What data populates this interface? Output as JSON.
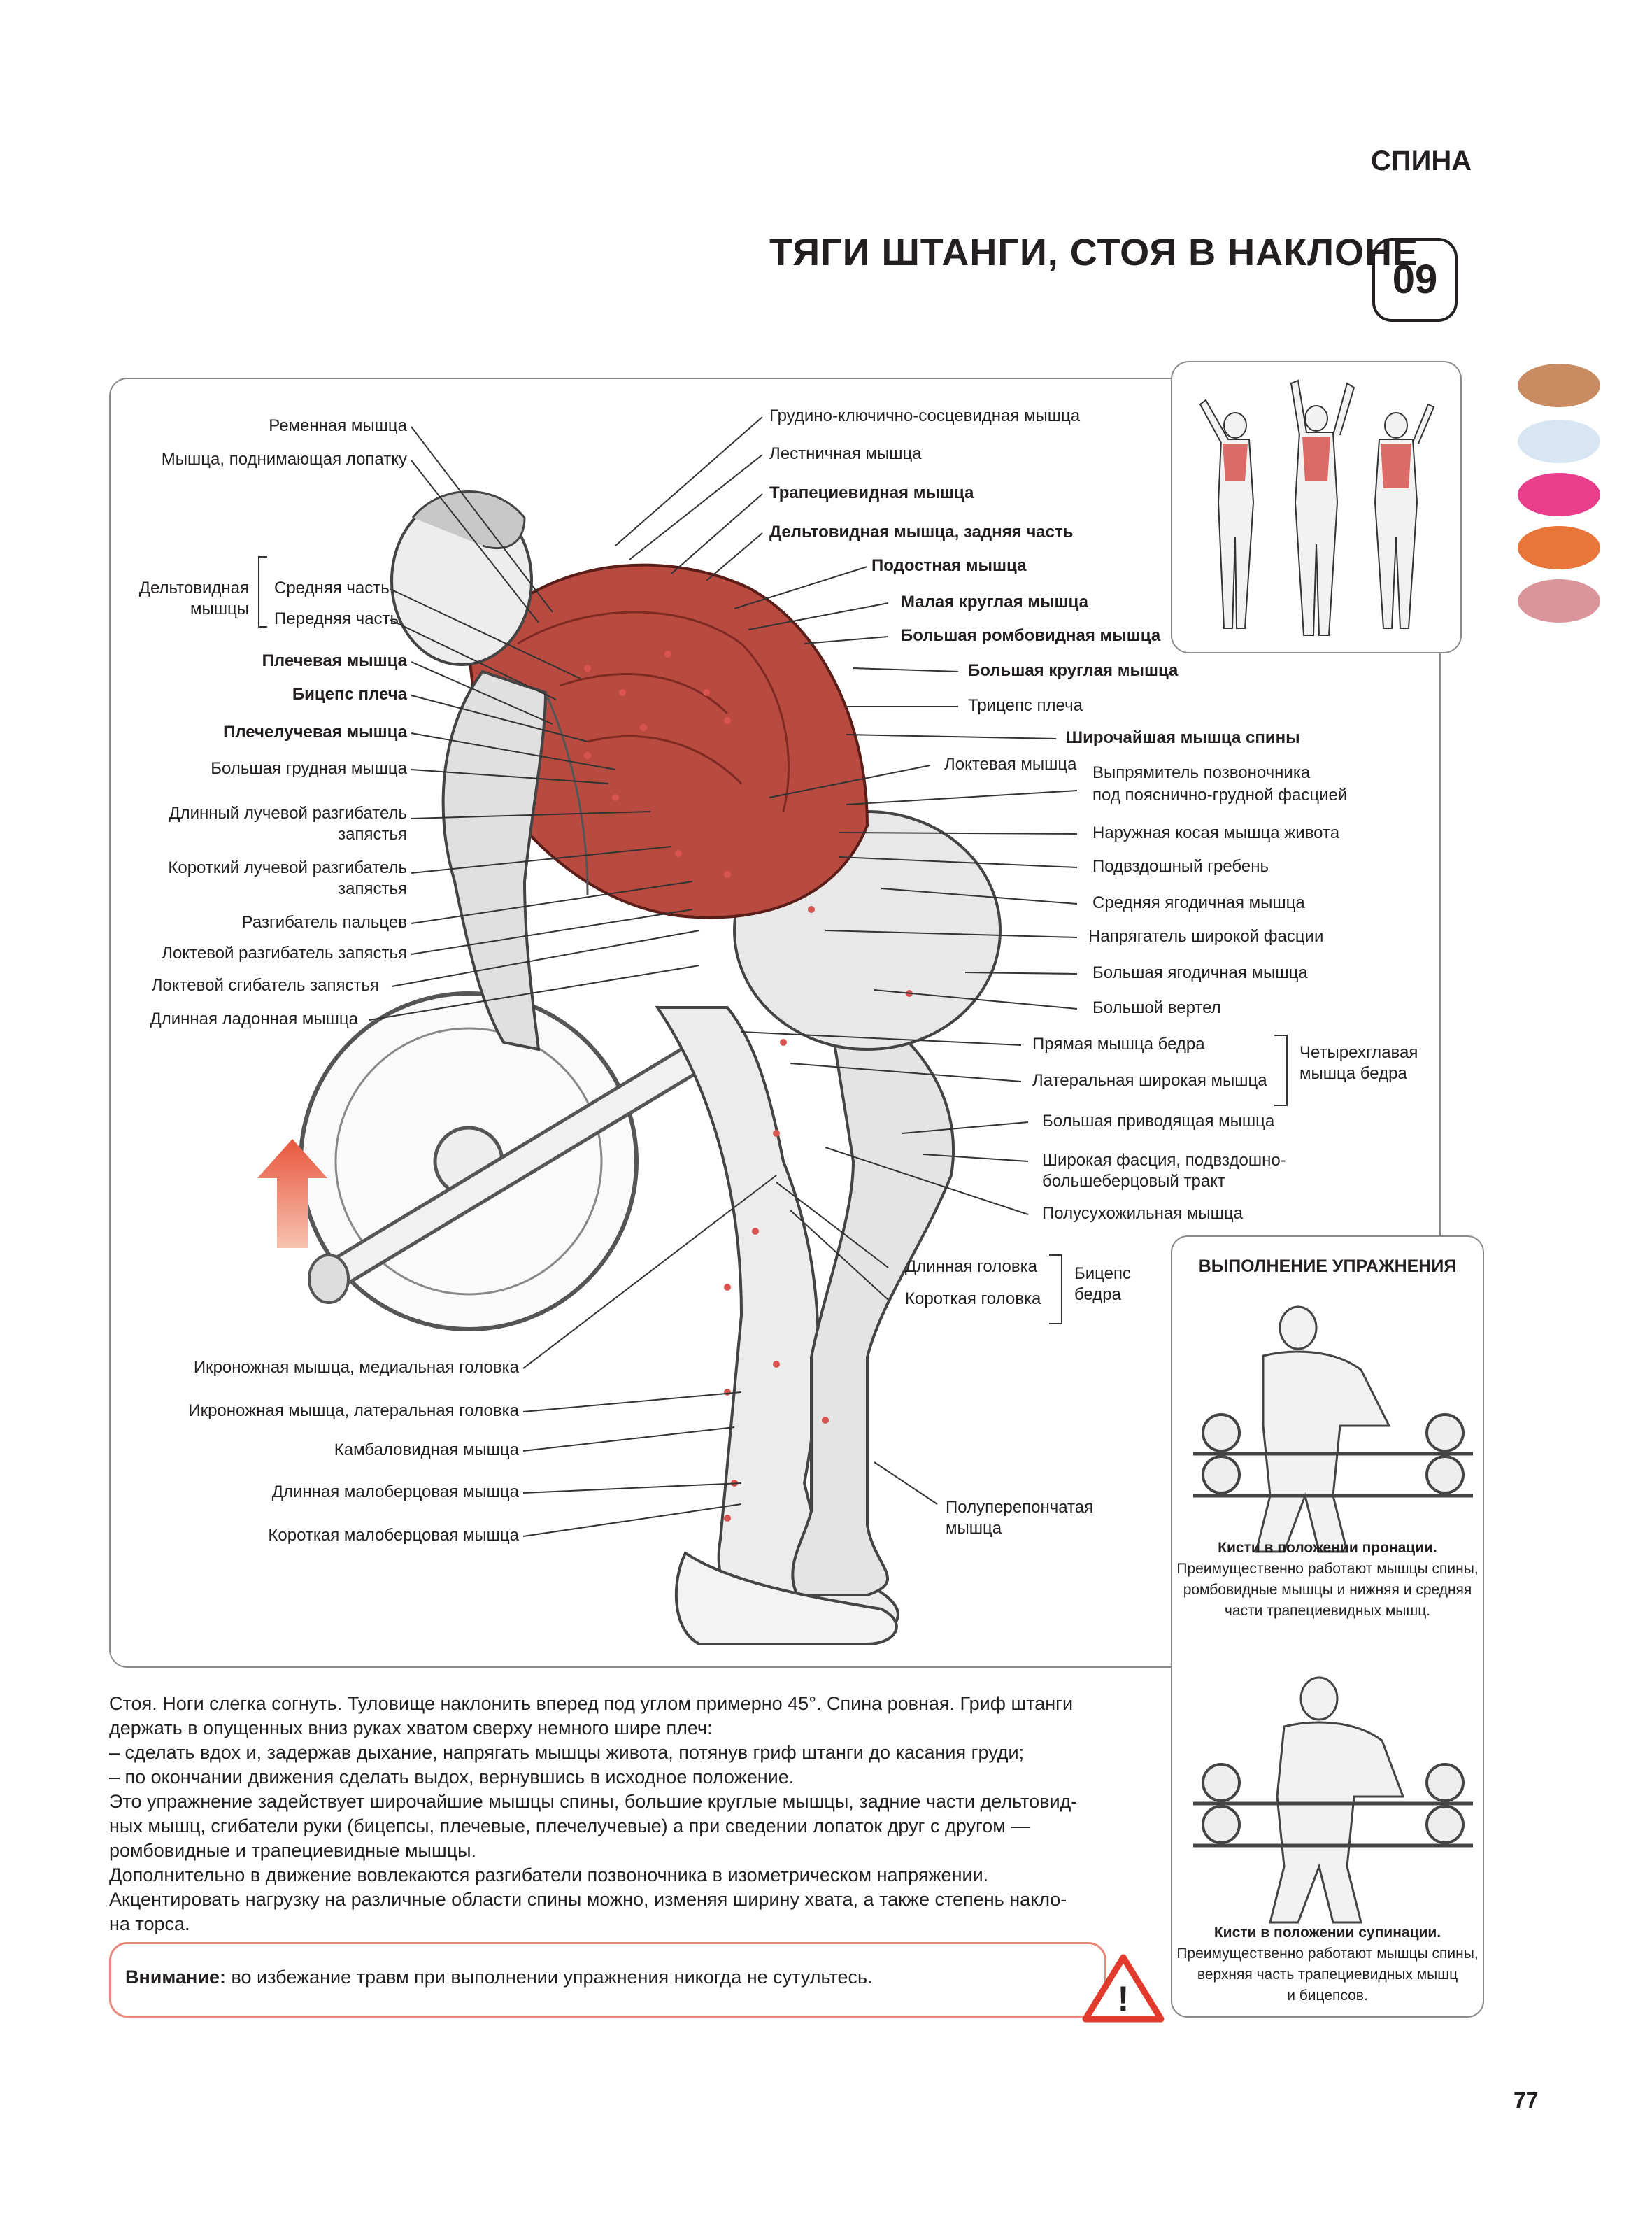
{
  "header": {
    "section": "СПИНА",
    "title": "ТЯГИ ШТАНГИ, СТОЯ В НАКЛОНЕ",
    "number": "09"
  },
  "colors": {
    "accent_red": "#d9534f",
    "swatches": [
      "#c98b62",
      "#d7e6f2",
      "#e83e8c",
      "#e8763a",
      "#d9959a"
    ]
  },
  "left_labels": {
    "splenius": "Ременная мышца",
    "levator": "Мышца, поднимающая лопатку",
    "deltoid_group": "Дельтовидная",
    "deltoid_group2": "мышцы",
    "deltoid_middle": "Средняя часть",
    "deltoid_front": "Передняя часть",
    "brachialis": "Плечевая мышца",
    "biceps": "Бицепс плеча",
    "brachioradialis": "Плечелучевая мышца",
    "pectoralis": "Большая грудная мышца",
    "ecrl_1": "Длинный лучевой разгибатель",
    "ecrl_2": "запястья",
    "ecrb_1": "Короткий лучевой разгибатель",
    "ecrb_2": "запястья",
    "ext_digitorum": "Разгибатель пальцев",
    "ecu": "Локтевой разгибатель запястья",
    "fcu": "Локтевой сгибатель запястья",
    "palmaris": "Длинная ладонная мышца",
    "gastro_med": "Икроножная мышца, медиальная головка",
    "gastro_lat": "Икроножная мышца, латеральная головка",
    "soleus": "Камбаловидная мышца",
    "peroneus_long": "Длинная малоберцовая мышца",
    "peroneus_short": "Короткая малоберцовая мышца"
  },
  "right_labels": {
    "scm": "Грудино-ключично-сосцевидная мышца",
    "scalene": "Лестничная мышца",
    "trapezius": "Трапециевидная мышца",
    "rear_delt": "Дельтовидная мышца, задняя часть",
    "infraspinatus": "Подостная мышца",
    "teres_minor": "Малая круглая мышца",
    "rhomboid": "Большая ромбовидная мышца",
    "teres_major": "Большая круглая мышца",
    "triceps": "Трицепс плеча",
    "lats": "Широчайшая мышца спины",
    "anconeus": "Локтевая мышца",
    "erector_1": "Выпрямитель позвоночника",
    "erector_2": "под пояснично-грудной фасцией",
    "ext_oblique": "Наружная косая мышца живота",
    "iliac_crest": "Подвздошный гребень",
    "glute_med": "Средняя ягодичная мышца",
    "tfl": "Напрягатель широкой фасции",
    "glute_max": "Большая ягодичная мышца",
    "trochanter": "Большой вертел",
    "rectus_fem": "Прямая мышца бедра",
    "vastus_lat": "Латеральная широкая мышца",
    "quad_1": "Четырехглавая",
    "quad_2": "мышца бедра",
    "adductor": "Большая приводящая мышца",
    "it_1": "Широкая фасция, подвздошно-",
    "it_2": "большеберцовый тракт",
    "semitend": "Полусухожильная мышца",
    "long_head": "Длинная головка",
    "short_head": "Короткая головка",
    "biceps_fem_1": "Бицепс",
    "biceps_fem_2": "бедра",
    "semimem_1": "Полуперепончатая",
    "semimem_2": "мышца"
  },
  "execution": {
    "title": "ВЫПОЛНЕНИЕ УПРАЖНЕНИЯ",
    "pronation_title": "Кисти в положении пронации.",
    "pronation_1": "Преимущественно работают мышцы спины,",
    "pronation_2": "ромбовидные мышцы и нижняя и средняя",
    "pronation_3": "части трапециевидных мышц.",
    "supination_title": "Кисти в положении супинации.",
    "supination_1": "Преимущественно работают мышцы спины,",
    "supination_2": "верхняя часть трапециевидных мышц",
    "supination_3": "и бицепсов."
  },
  "body": {
    "l1": "Стоя. Ноги слегка согнуть. Туловище наклонить вперед под углом примерно 45°. Спина ровная. Гриф штанги",
    "l2": "держать в опущенных вниз руках хватом сверху немного шире плеч:",
    "l3": "– сделать вдох и, задержав дыхание, напрягать мышцы живота, потянув гриф штанги до касания груди;",
    "l4": "– по окончании движения сделать выдох, вернувшись в исходное положение.",
    "l5": "Это упражнение задействует широчайшие мышцы спины, большие круглые мышцы, задние части дельтовид-",
    "l6": "ных мышц, сгибатели руки (бицепсы, плечевые, плечелучевые) а при сведении лопаток друг с другом —",
    "l7": "ромбовидные и трапециевидные мышцы.",
    "l8": "Дополнительно в движение вовлекаются разгибатели позвоночника в изометрическом напряжении.",
    "l9": "Акцентировать нагрузку на различные области спины можно, изменяя ширину хвата, а также степень накло-",
    "l10": "на торса."
  },
  "warning": {
    "label": "Внимание:",
    "text": "во избежание травм при выполнении упражнения никогда не сутультесь.",
    "icon_glyph": "!"
  },
  "page_number": "77"
}
